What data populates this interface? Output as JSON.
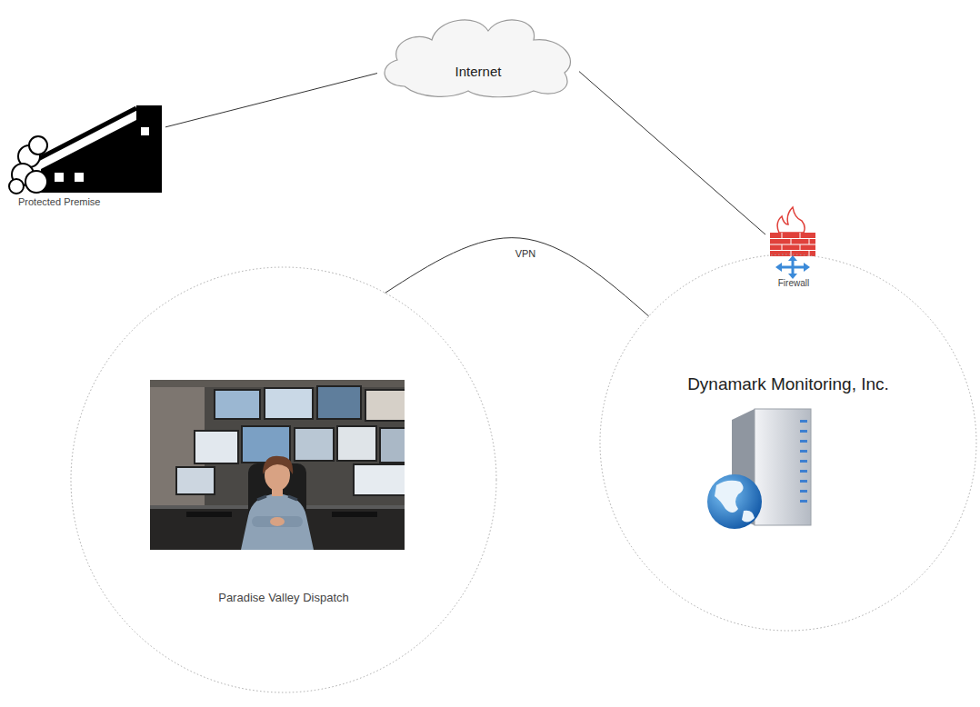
{
  "diagram": {
    "nodes": [
      {
        "text": [
          "Protected Premise"
        ]
      },
      {
        "text": [
          "Internet"
        ]
      },
      {
        "text": [
          "Paradise Valley Dispatch"
        ]
      },
      {
        "text": [
          "Dynamark Monitoring, Inc."
        ]
      },
      {
        "text": [
          "Firewall"
        ],
        "in": 3
      }
    ],
    "edges": [
      {
        "from": 0,
        "to": 1,
        "arrow": "none"
      },
      {
        "from": 1,
        "to": 4,
        "arrow": "none"
      },
      {
        "from": 2,
        "to": 3,
        "label": "VPN",
        "arrow": "none"
      }
    ]
  }
}
